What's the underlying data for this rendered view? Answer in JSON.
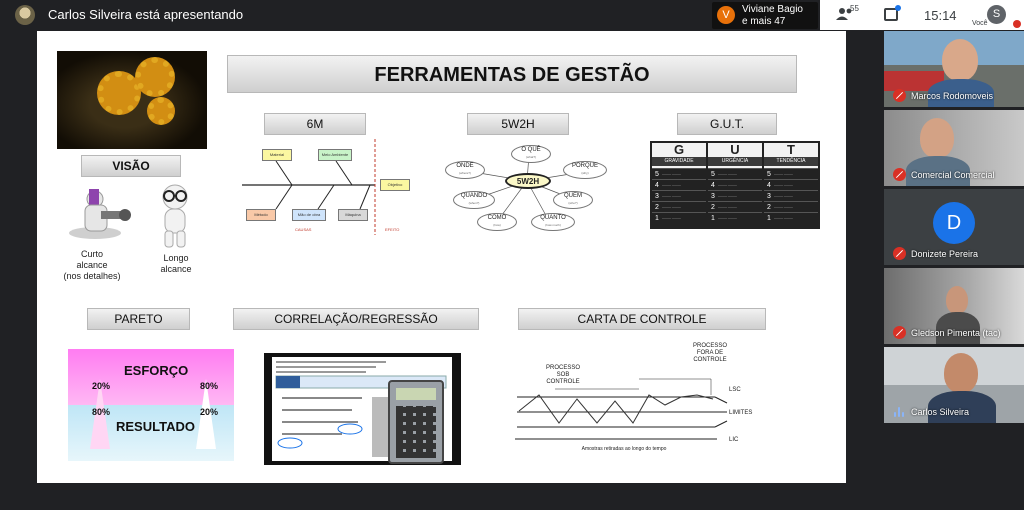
{
  "meeting": {
    "presenter_text": "Carlos Silveira está apresentando",
    "viewers_initial": "V",
    "viewers_text_line1": "Viviane Bagio",
    "viewers_text_line2": "e mais 47",
    "people_count": "55",
    "time": "15:14",
    "self_initial": "S",
    "self_label": "Você"
  },
  "participants": [
    {
      "name": "Marcos Rodomoveis",
      "muted": true
    },
    {
      "name": "Comercial Comercial",
      "muted": true
    },
    {
      "name": "Donizete Pereira",
      "initial": "D",
      "muted": true
    },
    {
      "name": "Gledson Pimenta (tac)",
      "muted": true
    },
    {
      "name": "Carlos Silveira",
      "muted": false,
      "speaking": true
    }
  ],
  "slide": {
    "title": "FERRAMENTAS DE GESTÃO",
    "visao": {
      "label": "VISÃO",
      "short_caption_1": "Curto",
      "short_caption_2": "alcance",
      "short_caption_3": "(nos detalhes)",
      "long_caption_1": "Longo",
      "long_caption_2": "alcance"
    },
    "sixm": {
      "label": "6M",
      "boxes_top": [
        "Material",
        "Meio Ambiente"
      ],
      "boxes_bottom": [
        "Método",
        "Mão de obra",
        "Máquina"
      ],
      "effect_box": "Objetivo",
      "causes": "CAUSAS",
      "effect": "EFEITO"
    },
    "w5h2": {
      "label": "5W2H",
      "center": "5W2H",
      "nodes": [
        {
          "title": "O QUÊ",
          "sub": "(what?)"
        },
        {
          "title": "ONDE",
          "sub": "(where?)"
        },
        {
          "title": "PORQUE",
          "sub": "(why)"
        },
        {
          "title": "QUANDO",
          "sub": "(when?)"
        },
        {
          "title": "QUEM",
          "sub": "(who?)"
        },
        {
          "title": "COMO",
          "sub": "(how)"
        },
        {
          "title": "QUANTO",
          "sub": "(how much)"
        }
      ]
    },
    "gut": {
      "label": "G.U.T.",
      "columns": [
        {
          "letter": "G",
          "word": "GRAVIDADE"
        },
        {
          "letter": "U",
          "word": "URGÊNCIA"
        },
        {
          "letter": "T",
          "word": "TENDÊNCIA"
        }
      ],
      "scores": [
        "5",
        "4",
        "3",
        "2",
        "1"
      ]
    },
    "pareto": {
      "label": "PARETO",
      "top_word": "ESFORÇO",
      "bottom_word": "RESULTADO",
      "pct_left_top": "20%",
      "pct_left_bottom": "80%",
      "pct_right_top": "80%",
      "pct_right_bottom": "20%"
    },
    "correlacao": {
      "label": "CORRELAÇÃO/REGRESSÃO"
    },
    "carta": {
      "label": "CARTA DE CONTROLE",
      "processo_sob_1": "PROCESSO",
      "processo_sob_2": "SOB",
      "processo_sob_3": "CONTROLE",
      "processo_fora_1": "PROCESSO",
      "processo_fora_2": "FORA DE",
      "processo_fora_3": "CONTROLE",
      "lsc": "LSC",
      "limites": "LIMITES",
      "lic": "LIC",
      "x_caption": "Amostras retiradas ao longo do tempo"
    }
  },
  "colors": {
    "background": "#202124",
    "accent": "#1a73e8",
    "muted_red": "#d93025",
    "viewer_orange": "#e8710a"
  }
}
